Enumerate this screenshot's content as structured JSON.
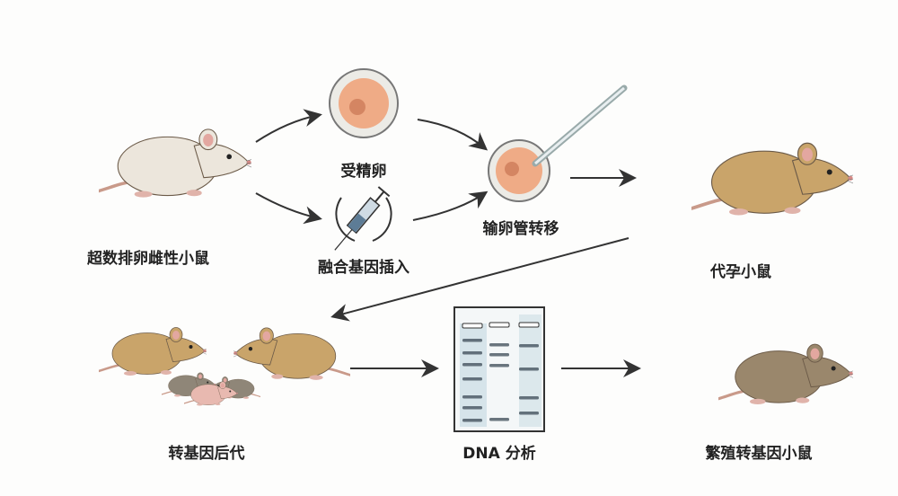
{
  "steps": {
    "donor": "超数排卵雌性小鼠",
    "zygote": "受精卵",
    "injection": "融合基因插入",
    "transfer": "输卵管转移",
    "surrogate": "代孕小鼠",
    "offspring": "转基因后代",
    "dna": "DNA 分析",
    "breeding": "繁殖转基因小鼠"
  },
  "colors": {
    "white_mouse": "#ece6dc",
    "tan_mouse": "#c9a46a",
    "brown_mouse": "#9a876c",
    "pup": "#e8b9b0",
    "arrow": "#333333",
    "gel": "#d6e4ea"
  }
}
